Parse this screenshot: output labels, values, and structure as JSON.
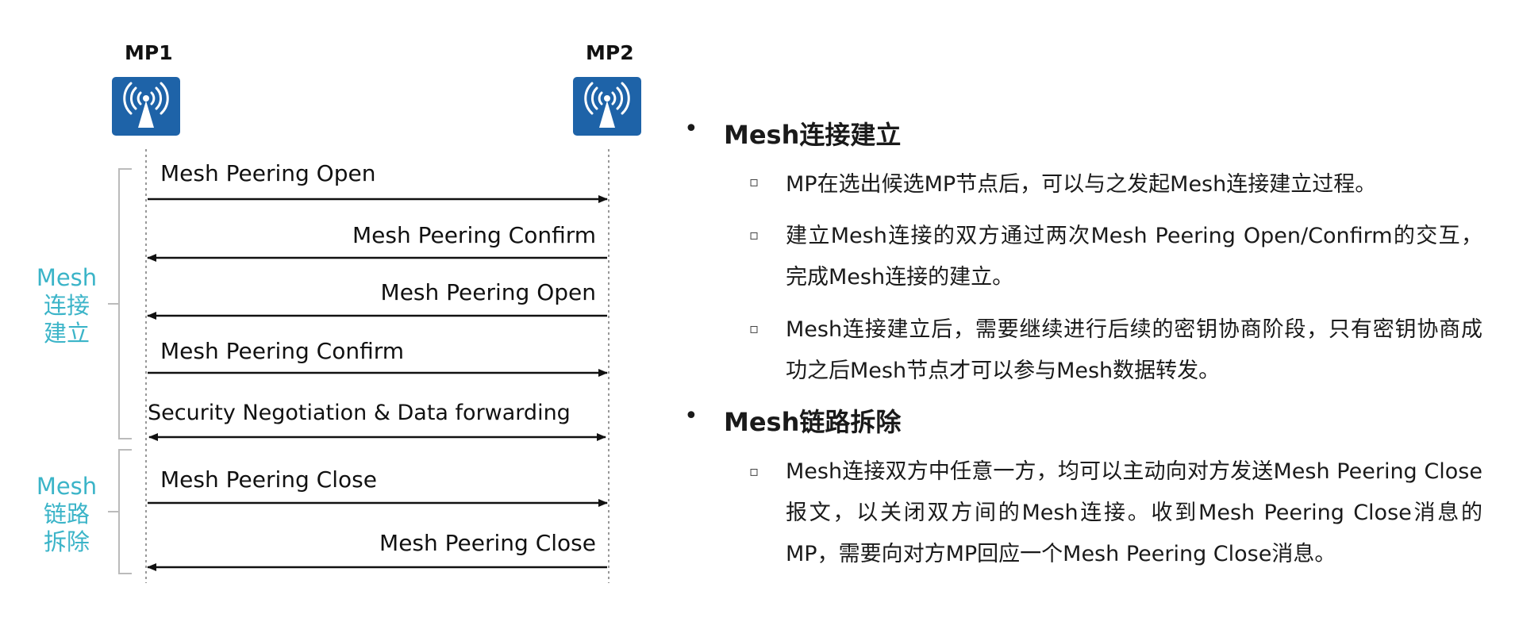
{
  "diagram": {
    "nodes": [
      {
        "name": "MP1"
      },
      {
        "name": "MP2"
      }
    ],
    "phases": [
      {
        "label_lines": [
          "Mesh",
          "连接",
          "建立"
        ]
      },
      {
        "label_lines": [
          "Mesh",
          "链路",
          "拆除"
        ]
      }
    ],
    "messages": [
      {
        "text": "Mesh Peering Open",
        "direction": "MP1->MP2"
      },
      {
        "text": "Mesh Peering Confirm",
        "direction": "MP2->MP1"
      },
      {
        "text": "Mesh Peering Open",
        "direction": "MP2->MP1"
      },
      {
        "text": "Mesh Peering Confirm",
        "direction": "MP1->MP2"
      },
      {
        "text": "Security Negotiation  & Data forwarding",
        "direction": "both"
      },
      {
        "text": "Mesh Peering Close",
        "direction": "MP1->MP2"
      },
      {
        "text": "Mesh Peering Close",
        "direction": "MP2->MP1"
      }
    ],
    "icon": "wireless-ap-icon",
    "colors": {
      "icon_bg": "#1e63a8",
      "phase_text": "#3bb4c8"
    }
  },
  "sections": [
    {
      "title": "Mesh连接建立",
      "items": [
        "MP在选出候选MP节点后，可以与之发起Mesh连接建立过程。",
        "建立Mesh连接的双方通过两次Mesh Peering Open/Confirm的交互，完成Mesh连接的建立。",
        "Mesh连接建立后，需要继续进行后续的密钥协商阶段，只有密钥协商成功之后Mesh节点才可以参与Mesh数据转发。"
      ]
    },
    {
      "title": "Mesh链路拆除",
      "items": [
        "Mesh连接双方中任意一方，均可以主动向对方发送Mesh Peering Close报文，以关闭双方间的Mesh连接。收到Mesh Peering Close消息的MP，需要向对方MP回应一个Mesh Peering Close消息。"
      ]
    }
  ]
}
